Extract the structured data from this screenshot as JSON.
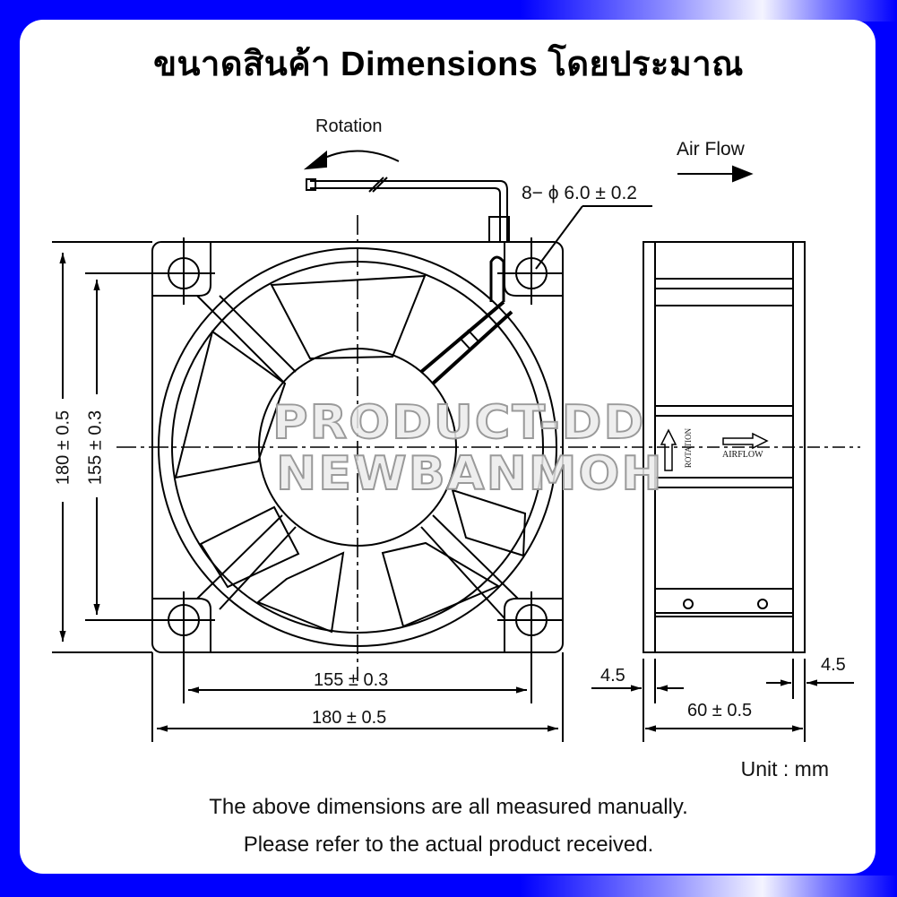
{
  "title": "ขนาดสินค้า Dimensions โดยประมาณ",
  "colors": {
    "frame": "#0000ff",
    "panel": "#ffffff",
    "ink": "#000000",
    "watermark_fill": "#ebebeb",
    "watermark_stroke": "#9a9a9a"
  },
  "front_view": {
    "rotation_label": "Rotation",
    "hole_spec": "8− ϕ 6.0 ± 0.2",
    "height_outer": "180 ± 0.5",
    "height_inner": "155 ± 0.3",
    "width_inner": "155 ± 0.3",
    "width_outer": "180 ± 0.5"
  },
  "side_view": {
    "airflow_label": "Air Flow",
    "rotation_marking": "ROTATION",
    "airflow_marking": "AIRFLOW",
    "flange_left": "4.5",
    "flange_right": "4.5",
    "depth": "60 ± 0.5"
  },
  "watermark": {
    "line1": "PRODUCT-DD",
    "line2": "NEWBANMOH"
  },
  "unit": "Unit : mm",
  "notes": [
    "The above dimensions are all measured manually.",
    "Please refer to the actual product received."
  ]
}
